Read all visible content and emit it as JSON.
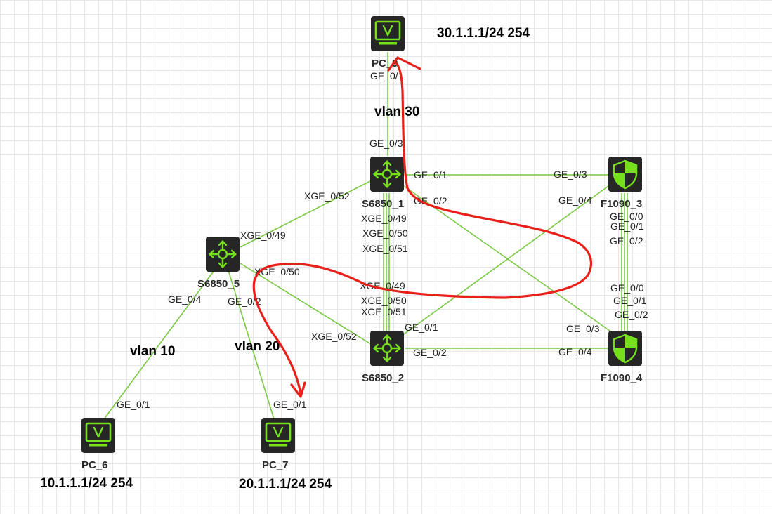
{
  "devices": {
    "pc9": {
      "name": "PC_9",
      "ip": "30.1.1.1/24 254",
      "type": "pc"
    },
    "s1": {
      "name": "S6850_1",
      "type": "switch"
    },
    "s5": {
      "name": "S6850_5",
      "type": "switch"
    },
    "s2": {
      "name": "S6850_2",
      "type": "switch"
    },
    "f3": {
      "name": "F1090_3",
      "type": "firewall"
    },
    "f4": {
      "name": "F1090_4",
      "type": "firewall"
    },
    "pc6": {
      "name": "PC_6",
      "ip": "10.1.1.1/24 254",
      "type": "pc"
    },
    "pc7": {
      "name": "PC_7",
      "ip": "20.1.1.1/24 254",
      "type": "pc"
    }
  },
  "vlans": {
    "v30": "vlan 30",
    "v10": "vlan 10",
    "v20": "vlan 20"
  },
  "ports": {
    "pc9_ge01": "GE_0/1",
    "s1_ge03": "GE_0/3",
    "s1_ge01": "GE_0/1",
    "s1_ge02": "GE_0/2",
    "s1_xge52": "XGE_0/52",
    "s1_xge49": "XGE_0/49",
    "s1_xge50": "XGE_0/50",
    "s1_xge51": "XGE_0/51",
    "f3_ge03": "GE_0/3",
    "f3_ge04": "GE_0/4",
    "f3_ge00": "GE_0/0",
    "f3_ge01": "GE_0/1",
    "f3_ge02": "GE_0/2",
    "s5_xge49": "XGE_0/49",
    "s5_xge50": "XGE_0/50",
    "s5_ge04": "GE_0/4",
    "s5_ge02": "GE_0/2",
    "s2_xge49": "XGE_0/49",
    "s2_xge50": "XGE_0/50",
    "s2_xge51": "XGE_0/51",
    "s2_xge52": "XGE_0/52",
    "s2_ge01": "GE_0/1",
    "s2_ge02": "GE_0/2",
    "f4_ge00": "GE_0/0",
    "f4_ge01": "GE_0/1",
    "f4_ge02": "GE_0/2",
    "f4_ge03": "GE_0/3",
    "f4_ge04": "GE_0/4",
    "pc6_ge01": "GE_0/1",
    "pc7_ge01": "GE_0/1"
  },
  "colors": {
    "link": "#7ac943",
    "icon_bg": "#262626",
    "icon_glyph": "#76e01e",
    "annotation": "#e8201a",
    "grid": "#e6e6e6"
  },
  "icons": {
    "pc": "monitor-v-icon",
    "switch": "router-arrows-icon",
    "firewall": "shield-icon"
  }
}
